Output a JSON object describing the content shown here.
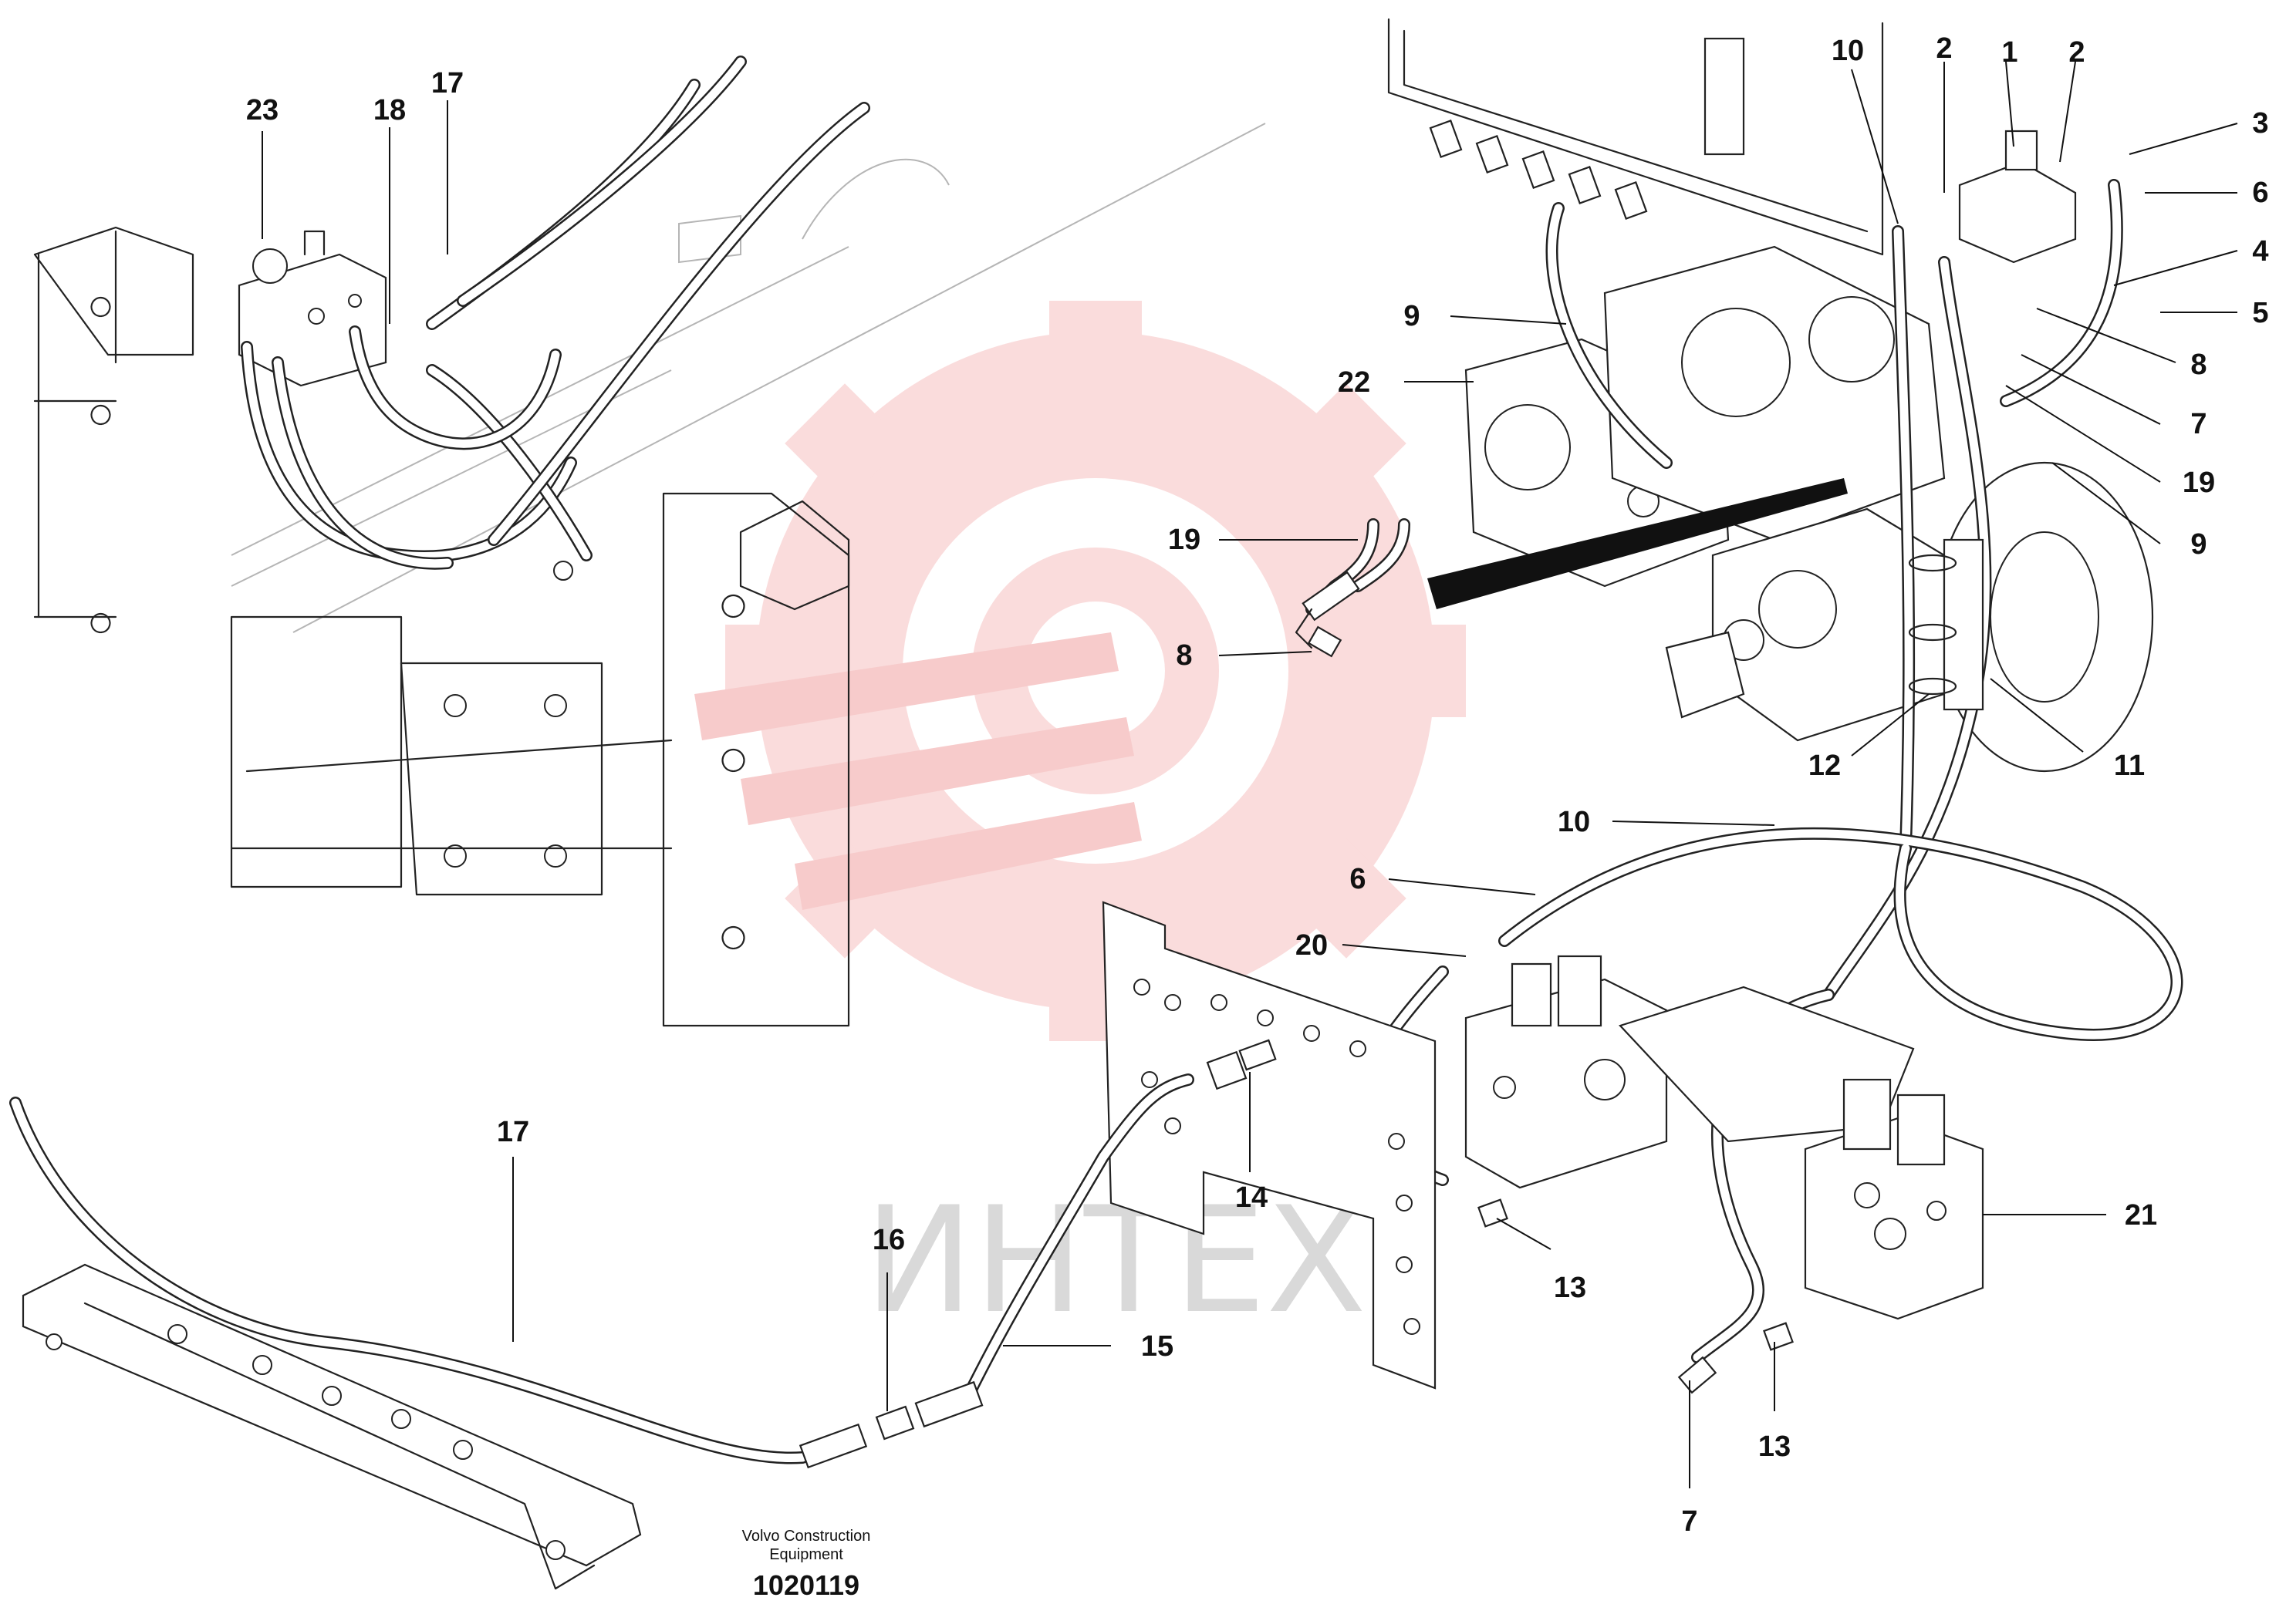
{
  "callouts": {
    "c23": "23",
    "c18": "18",
    "c17_top": "17",
    "c10_top": "10",
    "c2_left": "2",
    "c1": "1",
    "c2_right": "2",
    "c3": "3",
    "c6_right": "6",
    "c4": "4",
    "c5": "5",
    "c8_right": "8",
    "c7_right": "7",
    "c19_right": "19",
    "c9_right": "9",
    "c9_left": "9",
    "c22": "22",
    "c19_mid": "19",
    "c8_mid": "8",
    "c12": "12",
    "c11": "11",
    "c10_mid": "10",
    "c6_mid": "6",
    "c20": "20",
    "c21": "21",
    "c14": "14",
    "c13_left": "13",
    "c13_bottom": "13",
    "c7_bottom": "7",
    "c17_bottom": "17",
    "c16": "16",
    "c15": "15"
  },
  "caption": {
    "line1": "Volvo Construction",
    "line2": "Equipment",
    "drawing_number": "1020119"
  },
  "watermark": {
    "text": "ИНТЕХ",
    "color": "#f2a0a0"
  }
}
